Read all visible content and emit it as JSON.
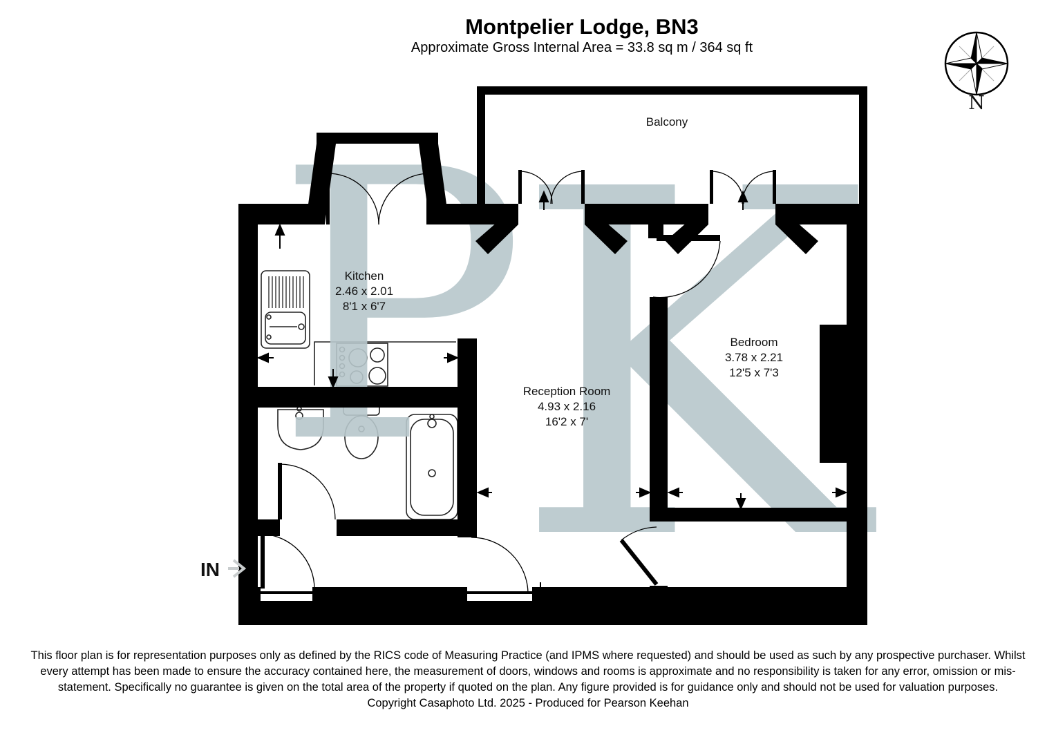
{
  "header": {
    "title": "Montpelier Lodge, BN3",
    "subtitle": "Approximate Gross Internal Area = 33.8 sq m / 364 sq ft"
  },
  "compass": {
    "label": "N"
  },
  "watermark": {
    "letter_p": "P",
    "letter_k": "K"
  },
  "rooms": {
    "balcony": {
      "label": "Balcony"
    },
    "kitchen": {
      "label": "Kitchen",
      "dimensions_m": "2.46 x 2.01",
      "dimensions_ft": "8'1 x 6'7"
    },
    "reception": {
      "label": "Reception Room",
      "dimensions_m": "4.93 x 2.16",
      "dimensions_ft": "16'2 x 7'"
    },
    "bedroom": {
      "label": "Bedroom",
      "dimensions_m": "3.78 x 2.21",
      "dimensions_ft": "12'5 x 7'3"
    }
  },
  "entrance": {
    "label": "IN"
  },
  "footer": {
    "disclaimer": "This floor plan is for representation purposes only as defined by the RICS code of Measuring Practice (and IPMS where requested) and should be used as such by any prospective purchaser. Whilst every attempt has been made to ensure the accuracy contained here, the measurement of doors, windows and rooms is approximate and no responsibility is taken for any error, omission or mis-statement. Specifically no guarantee is given on the total area of the property if quoted on the plan. Any figure provided is for guidance only and should not be used for valuation purposes.",
    "copyright": "Copyright Casaphoto Ltd. 2025 - Produced for Pearson Keehan"
  },
  "colors": {
    "wall": "#000000",
    "watermark": "#b7c7cb",
    "in_arrow": "#c9cdce"
  }
}
